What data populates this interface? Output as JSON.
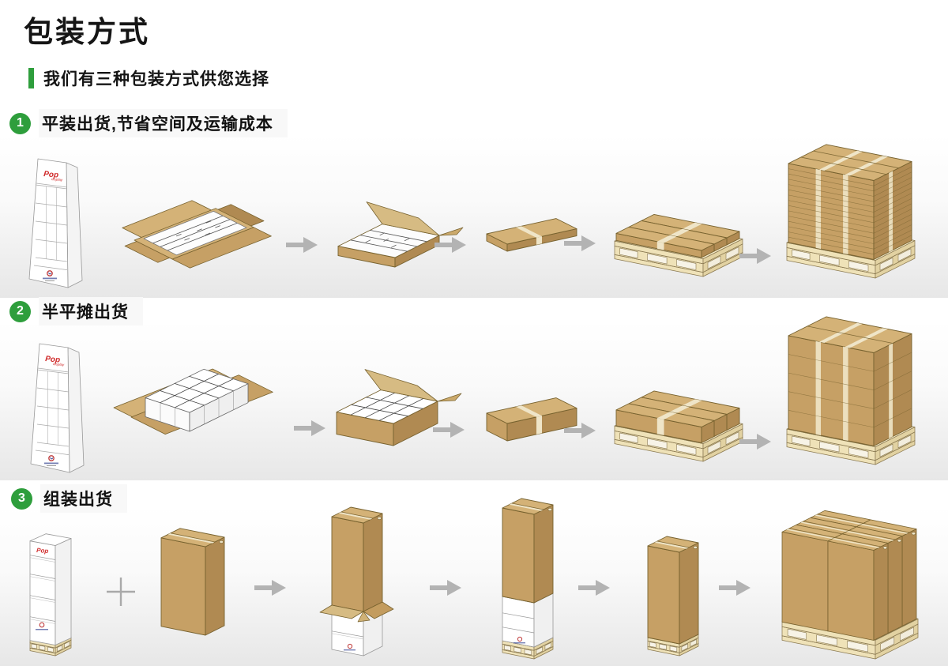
{
  "title": "包装方式",
  "subtitle": "我们有三种包装方式供您选择",
  "sections": [
    {
      "num": "1",
      "label": "平装出货,节省空间及运输成本"
    },
    {
      "num": "2",
      "label": "半平摊出货"
    },
    {
      "num": "3",
      "label": "组装出货"
    }
  ],
  "branding": {
    "pop": "Pop",
    "sub": "display"
  },
  "colors": {
    "accent_green": "#2E9E3C",
    "cardboard_top": "#D4B277",
    "cardboard_left": "#C6A065",
    "cardboard_right": "#B08A52",
    "cardboard_outline": "#77622F",
    "tape": "#EFE5C8",
    "pallet_wood": "#F6ECCB",
    "pallet_outline": "#8A7951",
    "arrow_gray": "#B3B3B3",
    "text_black": "#1A1A1A"
  },
  "icons": {
    "arrow": "right-arrow-icon",
    "plus": "plus-icon"
  }
}
